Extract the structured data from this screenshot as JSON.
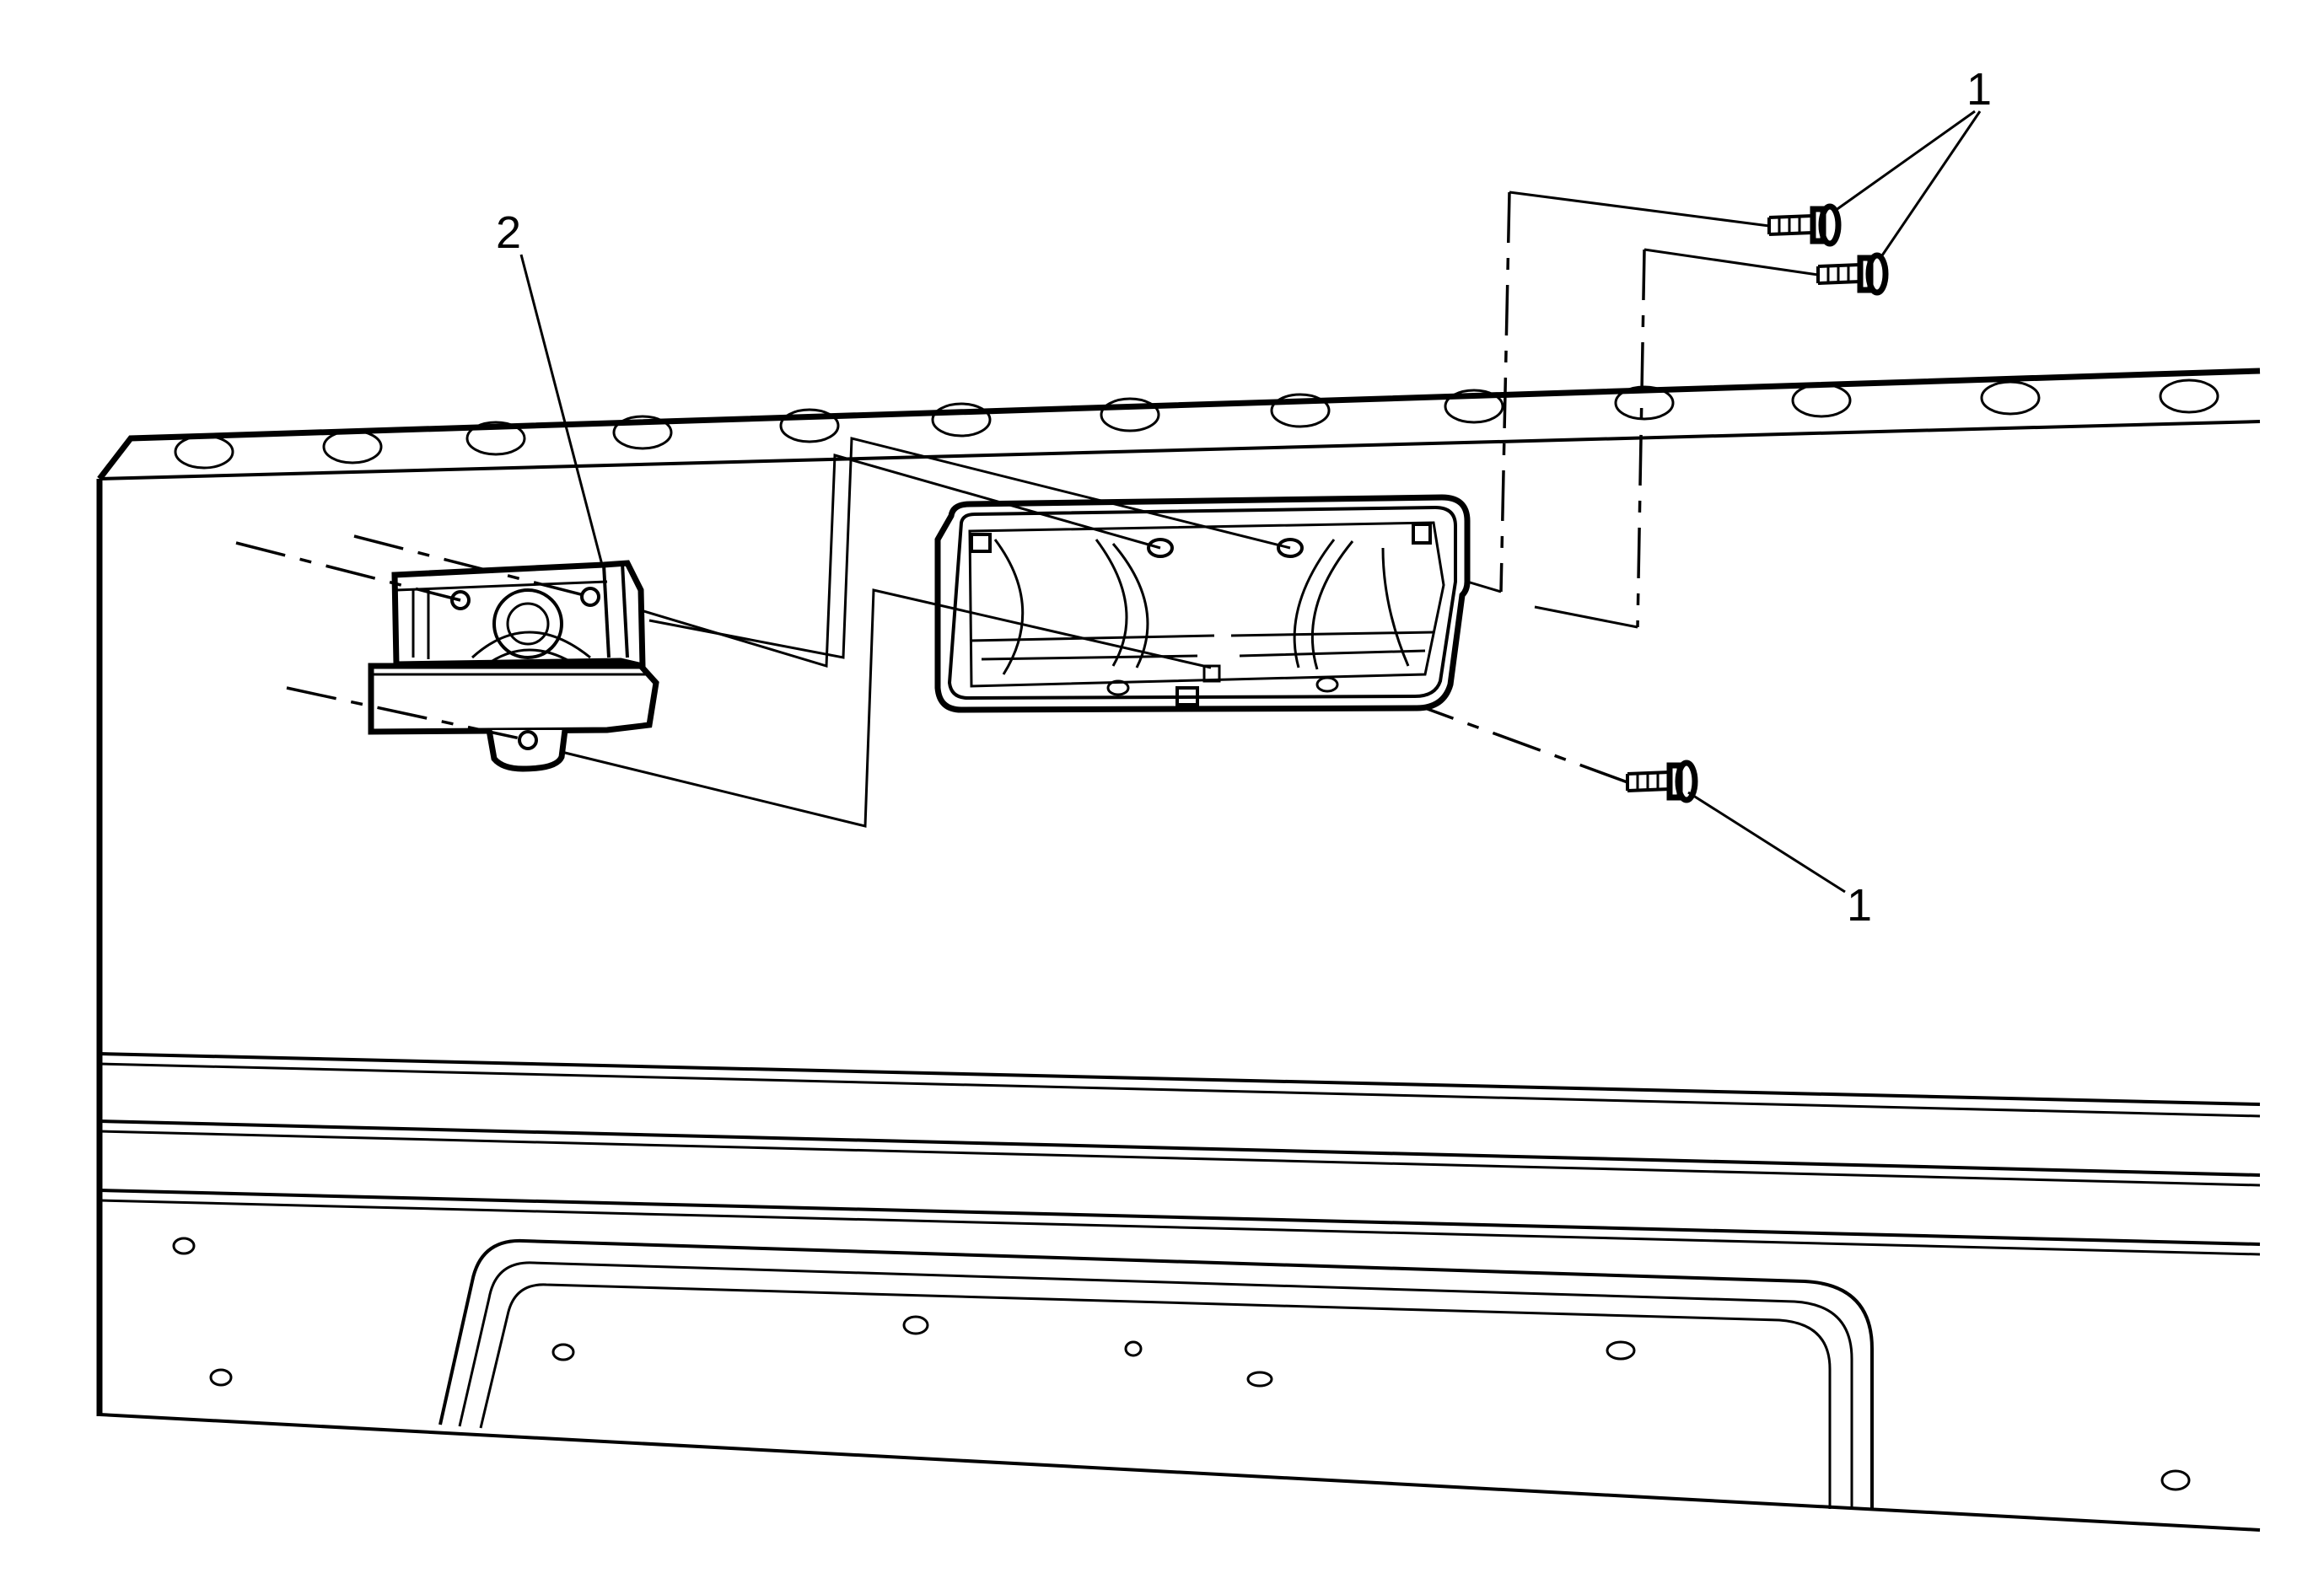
{
  "callouts": {
    "fastener_top": "1",
    "fastener_bottom": "1",
    "handle_assembly": "2"
  },
  "colors": {
    "line": "#000000",
    "background": "#ffffff"
  }
}
